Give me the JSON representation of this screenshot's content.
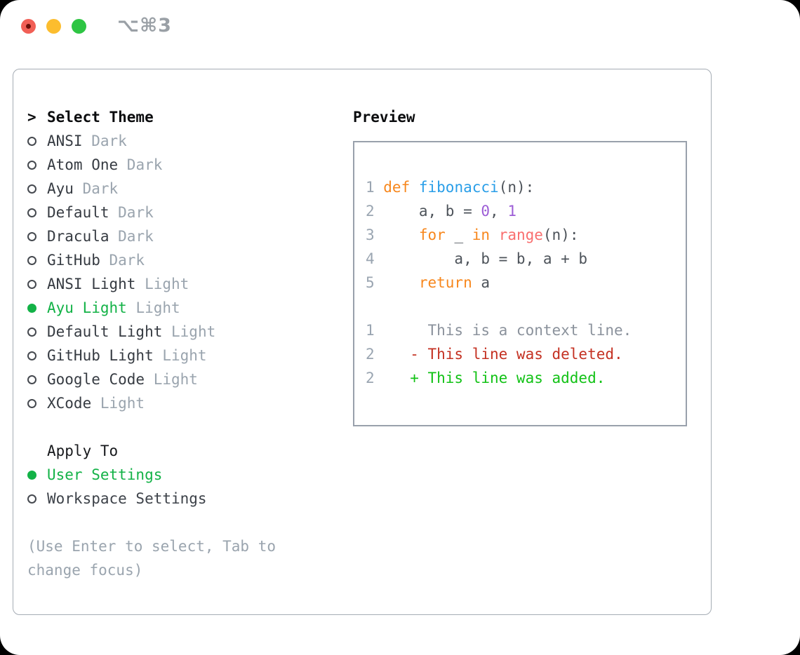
{
  "colors": {
    "selected_green": "#13b247",
    "keyword": "#f7871d",
    "function": "#299ee8",
    "number": "#9c5dd6",
    "builtin": "#f96e6e",
    "code_text": "#4d535a",
    "lineno": "#9aa5b1",
    "context": "#8b929c",
    "deleted": "#c43122",
    "added": "#12c216"
  },
  "titlebar": {
    "shortcut": "⌥⌘3",
    "traffic_lights": [
      "close",
      "minimize",
      "zoom"
    ]
  },
  "theme_panel": {
    "header": {
      "marker": ">",
      "label": "Select Theme"
    },
    "themes": [
      {
        "name": "ANSI",
        "variant": "Dark",
        "selected": false
      },
      {
        "name": "Atom One",
        "variant": "Dark",
        "selected": false
      },
      {
        "name": "Ayu",
        "variant": "Dark",
        "selected": false
      },
      {
        "name": "Default",
        "variant": "Dark",
        "selected": false
      },
      {
        "name": "Dracula",
        "variant": "Dark",
        "selected": false
      },
      {
        "name": "GitHub",
        "variant": "Dark",
        "selected": false
      },
      {
        "name": "ANSI Light",
        "variant": "Light",
        "selected": false
      },
      {
        "name": "Ayu Light",
        "variant": "Light",
        "selected": true
      },
      {
        "name": "Default Light",
        "variant": "Light",
        "selected": false
      },
      {
        "name": "GitHub Light",
        "variant": "Light",
        "selected": false
      },
      {
        "name": "Google Code",
        "variant": "Light",
        "selected": false
      },
      {
        "name": "XCode",
        "variant": "Light",
        "selected": false
      }
    ],
    "apply_to": {
      "label": "Apply To",
      "options": [
        {
          "name": "User Settings",
          "selected": true
        },
        {
          "name": "Workspace Settings",
          "selected": false
        }
      ]
    },
    "help_text": "(Use Enter to select, Tab to\nchange focus)"
  },
  "preview": {
    "label": "Preview",
    "lines": [
      {
        "num": "1",
        "segments": [
          {
            "text": "def",
            "color": "keyword"
          },
          {
            "text": " ",
            "color": "code_text"
          },
          {
            "text": "fibonacci",
            "color": "function"
          },
          {
            "text": "(n):",
            "color": "code_text"
          }
        ]
      },
      {
        "num": "2",
        "segments": [
          {
            "text": "    a, b = ",
            "color": "code_text"
          },
          {
            "text": "0",
            "color": "number"
          },
          {
            "text": ", ",
            "color": "code_text"
          },
          {
            "text": "1",
            "color": "number"
          }
        ]
      },
      {
        "num": "3",
        "segments": [
          {
            "text": "    ",
            "color": "code_text"
          },
          {
            "text": "for",
            "color": "keyword"
          },
          {
            "text": " _ ",
            "color": "code_text"
          },
          {
            "text": "in",
            "color": "keyword"
          },
          {
            "text": " ",
            "color": "code_text"
          },
          {
            "text": "range",
            "color": "builtin"
          },
          {
            "text": "(n):",
            "color": "code_text"
          }
        ]
      },
      {
        "num": "4",
        "segments": [
          {
            "text": "        a, b = b, a + b",
            "color": "code_text"
          }
        ]
      },
      {
        "num": "5",
        "segments": [
          {
            "text": "    ",
            "color": "code_text"
          },
          {
            "text": "return",
            "color": "keyword"
          },
          {
            "text": " a",
            "color": "code_text"
          }
        ]
      },
      {
        "num": "",
        "segments": []
      },
      {
        "num": "1",
        "segments": [
          {
            "text": "     This is a context line.",
            "color": "context"
          }
        ]
      },
      {
        "num": "2",
        "segments": [
          {
            "text": "   - This line was deleted.",
            "color": "deleted"
          }
        ]
      },
      {
        "num": "2",
        "segments": [
          {
            "text": "   + This line was added.",
            "color": "added"
          }
        ]
      }
    ]
  }
}
